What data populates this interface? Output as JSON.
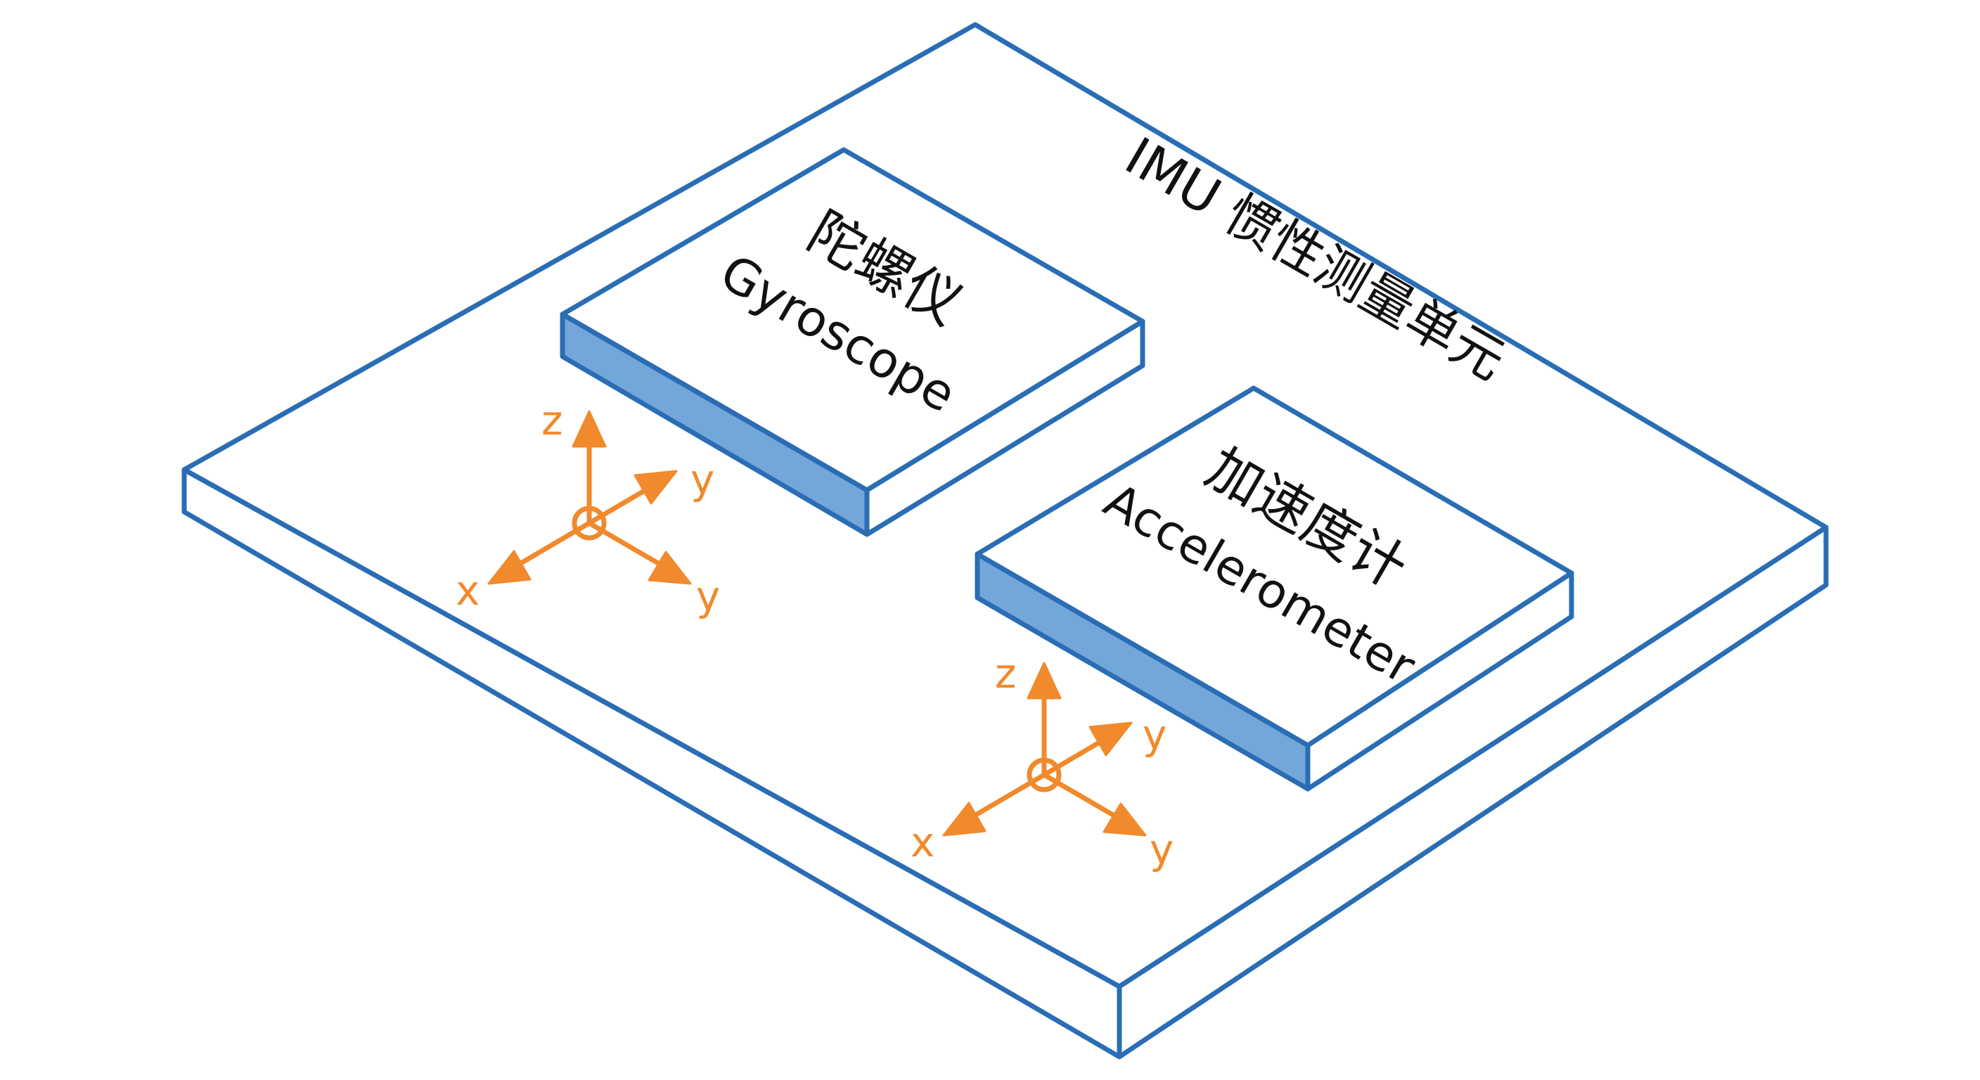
{
  "board": {
    "title": "IMU 惯性测量单元"
  },
  "chips": {
    "gyroscope": {
      "label_cn": "陀螺仪",
      "label_en": "Gyroscope"
    },
    "accelerometer": {
      "label_cn": "加速度计",
      "label_en": "Accelerometer"
    }
  },
  "axes": {
    "gyroscope": {
      "z": "z",
      "y_upper": "y",
      "x": "x",
      "y_lower": "y"
    },
    "accelerometer": {
      "z": "z",
      "y_upper": "y",
      "x": "x",
      "y_lower": "y"
    }
  },
  "colors": {
    "outline": "#2a6db5",
    "chip_edge_fill": "#74a7d9",
    "axis": "#f08a2c",
    "text": "#111111",
    "background": "#ffffff"
  }
}
